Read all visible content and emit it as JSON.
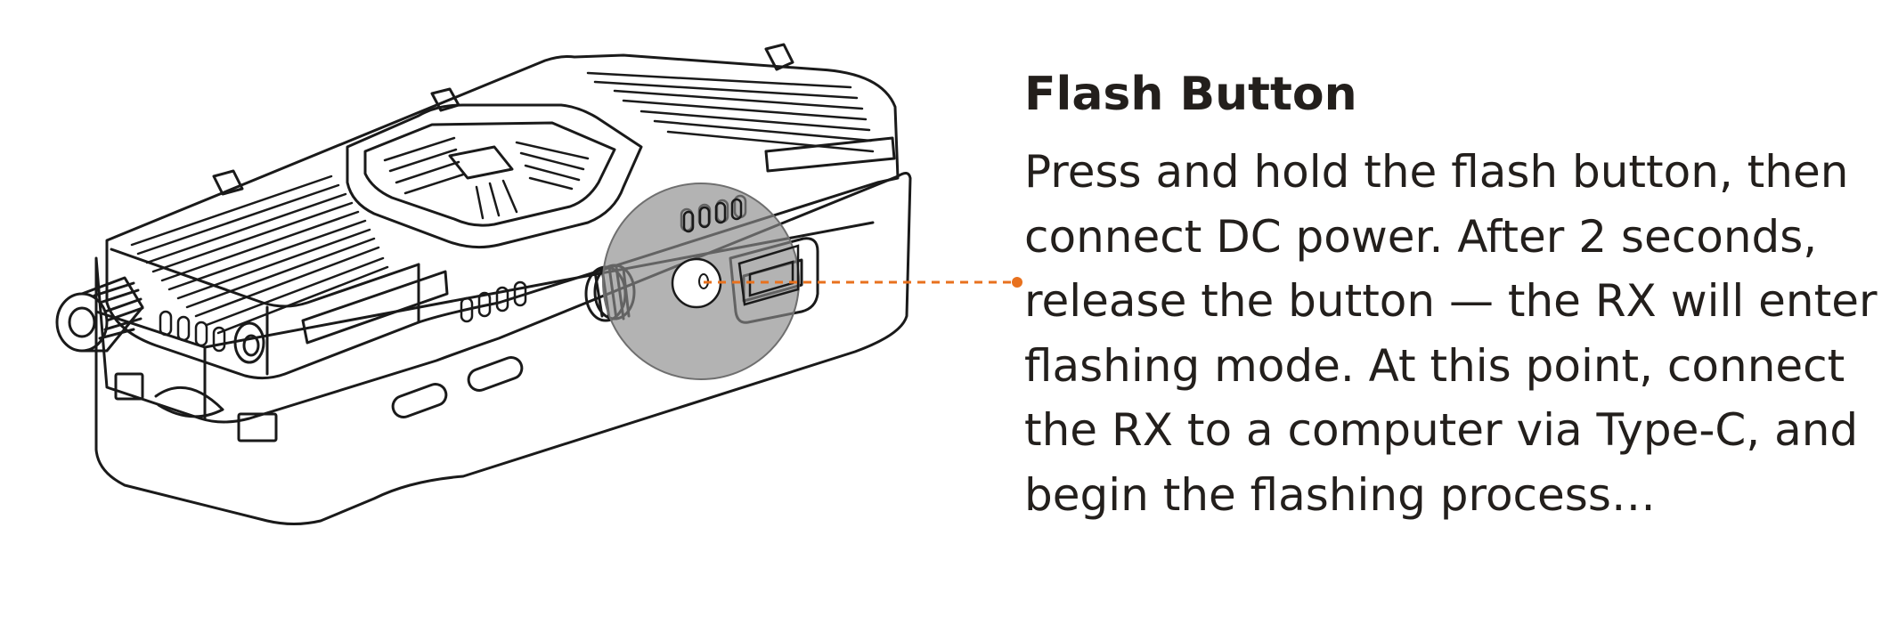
{
  "callout": {
    "title": "Flash Button",
    "description_lines": [
      "Press and hold the flash button, then",
      "connect DC power. After 2 seconds,",
      "release the button — the RX will enter",
      "flashing mode. At this point, connect",
      "the RX to a computer via Type-C, and",
      "begin the flashing process…"
    ]
  },
  "colors": {
    "text": "#231f1c",
    "outline": "#1a1a1a",
    "leader_line": "#e8711e",
    "highlight": "#8a8a8a"
  },
  "icons": {
    "device": "rx-receiver-device-illustration",
    "highlight": "flash-button-magnifier"
  }
}
